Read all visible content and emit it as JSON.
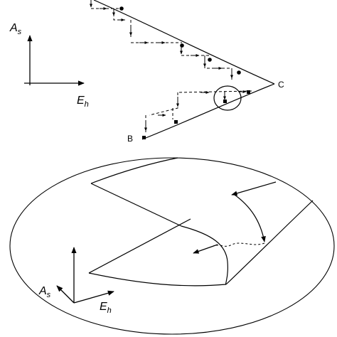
{
  "top_axes": {
    "y_label": "A",
    "y_sub": "s",
    "x_label": "E",
    "x_sub": "h"
  },
  "point_labels": {
    "b": "B",
    "c": "C"
  },
  "bottom_axes": {
    "y_label": "A",
    "y_sub": "s",
    "x_label": "E",
    "x_sub": "h"
  },
  "colors": {
    "ink": "#000000",
    "background": "#ffffff"
  }
}
